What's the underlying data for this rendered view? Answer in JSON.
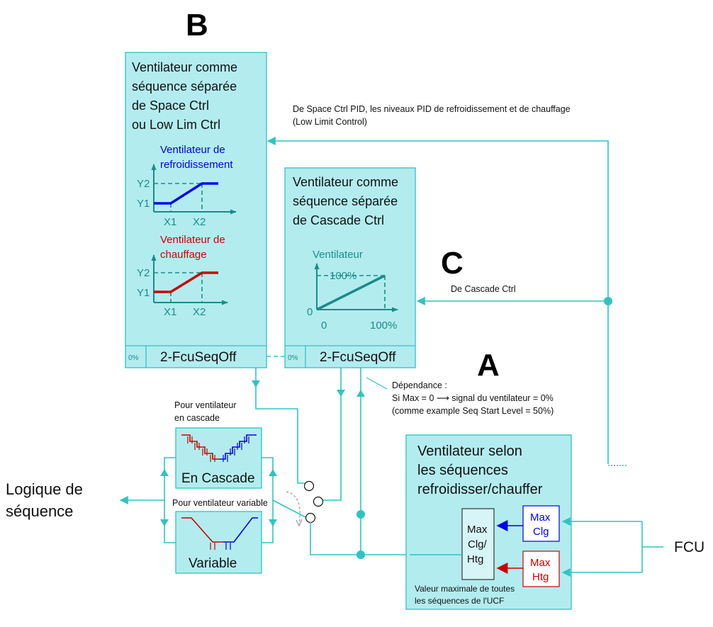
{
  "markers": {
    "b": "B",
    "c": "C",
    "a": "A"
  },
  "box_b": {
    "title_lines": [
      "Ventilateur comme",
      "séquence séparée",
      "de Space Ctrl",
      "ou Low Lim Ctrl"
    ],
    "cooling_title": [
      "Ventilateur de",
      "refroidissement"
    ],
    "heating_title": [
      "Ventilateur de",
      "chauffage"
    ],
    "y1": "Y1",
    "y2": "Y2",
    "x1": "X1",
    "x2": "X2",
    "pct": "0%",
    "footer": "2-FcuSeqOff"
  },
  "box_c": {
    "title_lines": [
      "Ventilateur comme",
      "séquence séparée",
      "de Cascade Ctrl"
    ],
    "graph_title": "Ventilateur",
    "y100": "100%",
    "y0": "0",
    "x0": "0",
    "x100": "100%",
    "pct": "0%",
    "footer": "2-FcuSeqOff"
  },
  "notes": {
    "space_ctrl": [
      "De Space Ctrl PID, les niveaux PID de refroidissement et de chauffage",
      "(Low Limit Control)"
    ],
    "cascade": "De Cascade Ctrl",
    "dependance": [
      "Dépendance :",
      "Si Max = 0 ⟶ signal du ventilateur = 0%",
      "(comme example Seq Start Level = 50%)"
    ]
  },
  "cascade_box": {
    "caption": [
      "Pour ventilateur",
      "en cascade"
    ],
    "label": "En Cascade"
  },
  "variable_box": {
    "caption": "Pour ventilateur variable",
    "label": "Variable"
  },
  "logic_label": [
    "Logique de",
    "séquence"
  ],
  "fcu_box": {
    "title_lines": [
      "Ventilateur selon",
      "les séquences",
      "refroidisser/chauffer"
    ],
    "max_lines": [
      "Max",
      "Clg/",
      "Htg"
    ],
    "max_clg": [
      "Max",
      "Clg"
    ],
    "max_htg": [
      "Max",
      "Htg"
    ],
    "footer": [
      "Valeur maximale de toutes",
      "les séquences de l'UCF"
    ]
  },
  "fcu_label": "FCU",
  "colors": {
    "teal": "#2ec4c4",
    "box_fill": "#b3ecef",
    "graph": "#1a8c88",
    "cooling": "#0000ee",
    "heating": "#cc0000"
  }
}
